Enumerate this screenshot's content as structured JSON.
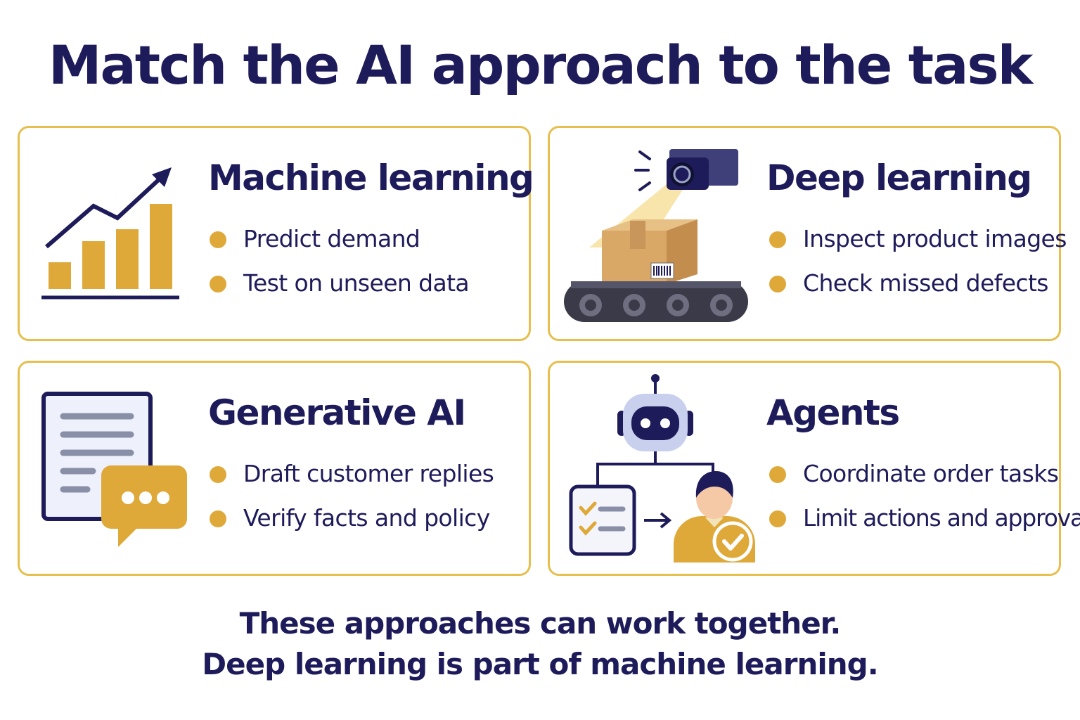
{
  "title": "Match the AI approach to the task",
  "cards": [
    {
      "title": "Machine learning",
      "icon": "growth-chart-icon",
      "bullets": [
        "Predict demand",
        "Test on unseen data"
      ]
    },
    {
      "title": "Deep learning",
      "icon": "camera-conveyor-icon",
      "bullets": [
        "Inspect product images",
        "Check missed defects"
      ]
    },
    {
      "title": "Generative AI",
      "icon": "document-chat-icon",
      "bullets": [
        "Draft customer replies",
        "Verify facts and policy"
      ]
    },
    {
      "title": "Agents",
      "icon": "robot-workflow-icon",
      "bullets": [
        "Coordinate order tasks",
        "Limit actions and approvals"
      ]
    }
  ],
  "footer": {
    "line1": "These approaches can work together.",
    "line2": "Deep learning is part of machine learning."
  },
  "colors": {
    "navy": "#1e1b5a",
    "gold": "#dfa93a",
    "border": "#e6bf4e"
  }
}
